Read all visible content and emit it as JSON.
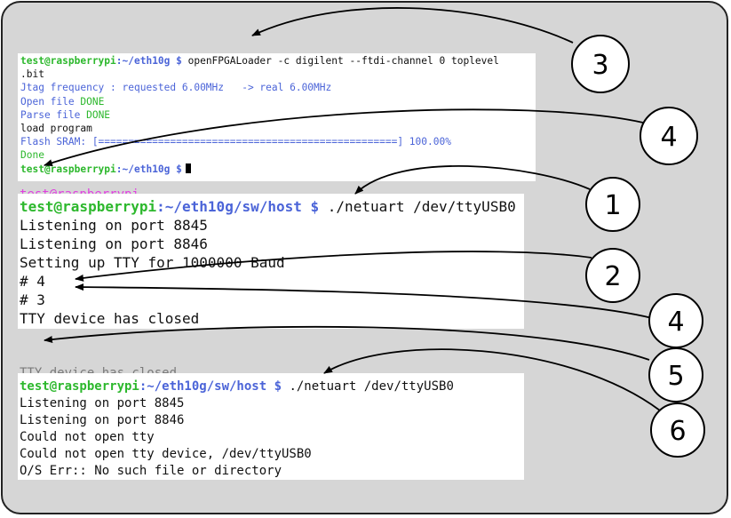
{
  "terminal1": {
    "prompt_user": "test@raspberrypi",
    "prompt_path": ":~/eth10g $",
    "command": " openFPGALoader -c digilent --ftdi-channel 0 toplevel",
    "command_cont": ".bit",
    "jtag_line": "Jtag frequency : requested 6.00MHz   -> real 6.00MHz",
    "open_label": "Open file ",
    "open_status": "DONE",
    "parse_label": "Parse file ",
    "parse_status": "DONE",
    "load_line": "load program",
    "flash_line": "Flash SRAM: [==================================================] 100.00%",
    "done_line": "Done",
    "prompt2_user": "test@raspberrypi",
    "prompt2_path": ":~/eth10g $"
  },
  "terminal2": {
    "prompt_user": "test@raspberrypi",
    "prompt_path": ":~/eth10g/sw/host $",
    "command": " ./netuart /dev/ttyUSB0",
    "lines": [
      "Listening on port 8845",
      "Listening on port 8846",
      "Setting up TTY for 1000000 Baud",
      "# 4",
      "# 3",
      "TTY device has closed"
    ]
  },
  "terminal3": {
    "prompt_user": "test@raspberrypi",
    "prompt_path": ":~/eth10g/sw/host $",
    "command": " ./netuart /dev/ttyUSB0",
    "lines": [
      "Listening on port 8845",
      "Listening on port 8846",
      "Could not open tty",
      "Could not open tty device, /dev/ttyUSB0",
      "O/S Err:: No such file or directory"
    ]
  },
  "callouts": [
    "3",
    "4",
    "1",
    "2",
    "4",
    "5",
    "6"
  ],
  "colors": {
    "prompt_user": "#2db82d",
    "prompt_path": "#4b64d8",
    "frame_bg": "#d6d6d6"
  }
}
